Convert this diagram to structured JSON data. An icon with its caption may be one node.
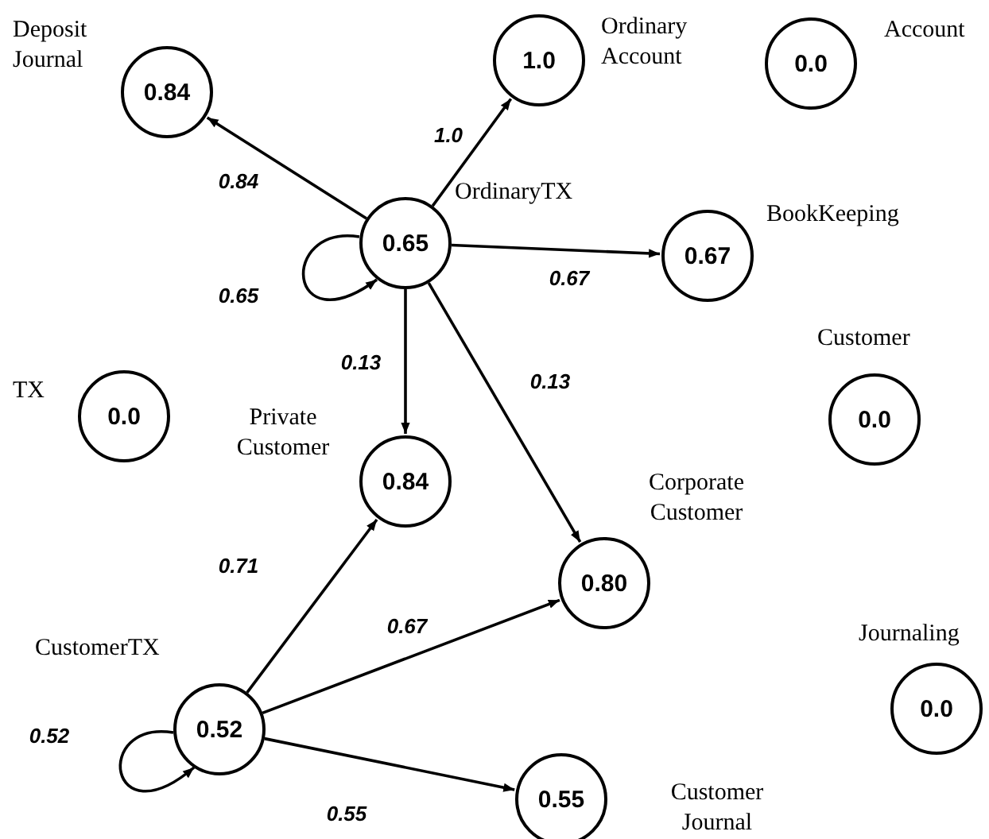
{
  "diagram": {
    "nodes": [
      {
        "text": [
          "0.84"
        ],
        "beside": [
          "Deposit Journal"
        ]
      },
      {
        "text": [
          "1.0"
        ],
        "beside": [
          "Ordinary Account"
        ]
      },
      {
        "text": [
          "0.0"
        ],
        "beside": [
          "Account"
        ]
      },
      {
        "text": [
          "0.65"
        ],
        "beside": [
          "OrdinaryTX"
        ]
      },
      {
        "text": [
          "0.67"
        ],
        "beside": [
          "BookKeeping"
        ]
      },
      {
        "text": [
          "0.0"
        ],
        "beside": [
          "TX"
        ]
      },
      {
        "text": [
          "0.0"
        ],
        "beside": [
          "Customer"
        ]
      },
      {
        "text": [
          "0.84"
        ],
        "beside": [
          "Private Customer"
        ]
      },
      {
        "text": [
          "0.80"
        ],
        "beside": [
          "Corporate Customer"
        ]
      },
      {
        "text": [
          "0.0"
        ],
        "beside": [
          "Journaling"
        ]
      },
      {
        "text": [
          "0.52"
        ],
        "beside": [
          "CustomerTX"
        ]
      },
      {
        "text": [
          "0.55"
        ],
        "beside": [
          "Customer Journal"
        ]
      }
    ],
    "edges": [
      {
        "from": 3,
        "to": 0,
        "arrow": "to",
        "label": "0.84"
      },
      {
        "from": 3,
        "to": 1,
        "arrow": "to",
        "label": "1.0"
      },
      {
        "from": 3,
        "to": 3,
        "arrow": "to",
        "label": "0.65"
      },
      {
        "from": 3,
        "to": 4,
        "arrow": "to",
        "label": "0.67"
      },
      {
        "from": 3,
        "to": 7,
        "arrow": "to",
        "label": "0.13"
      },
      {
        "from": 3,
        "to": 8,
        "arrow": "to",
        "label": "0.13"
      },
      {
        "from": 10,
        "to": 7,
        "arrow": "to",
        "label": "0.71"
      },
      {
        "from": 10,
        "to": 8,
        "arrow": "to",
        "label": "0.67"
      },
      {
        "from": 10,
        "to": 10,
        "arrow": "to",
        "label": "0.52"
      },
      {
        "from": 10,
        "to": 11,
        "arrow": "to",
        "label": "0.55"
      }
    ]
  }
}
